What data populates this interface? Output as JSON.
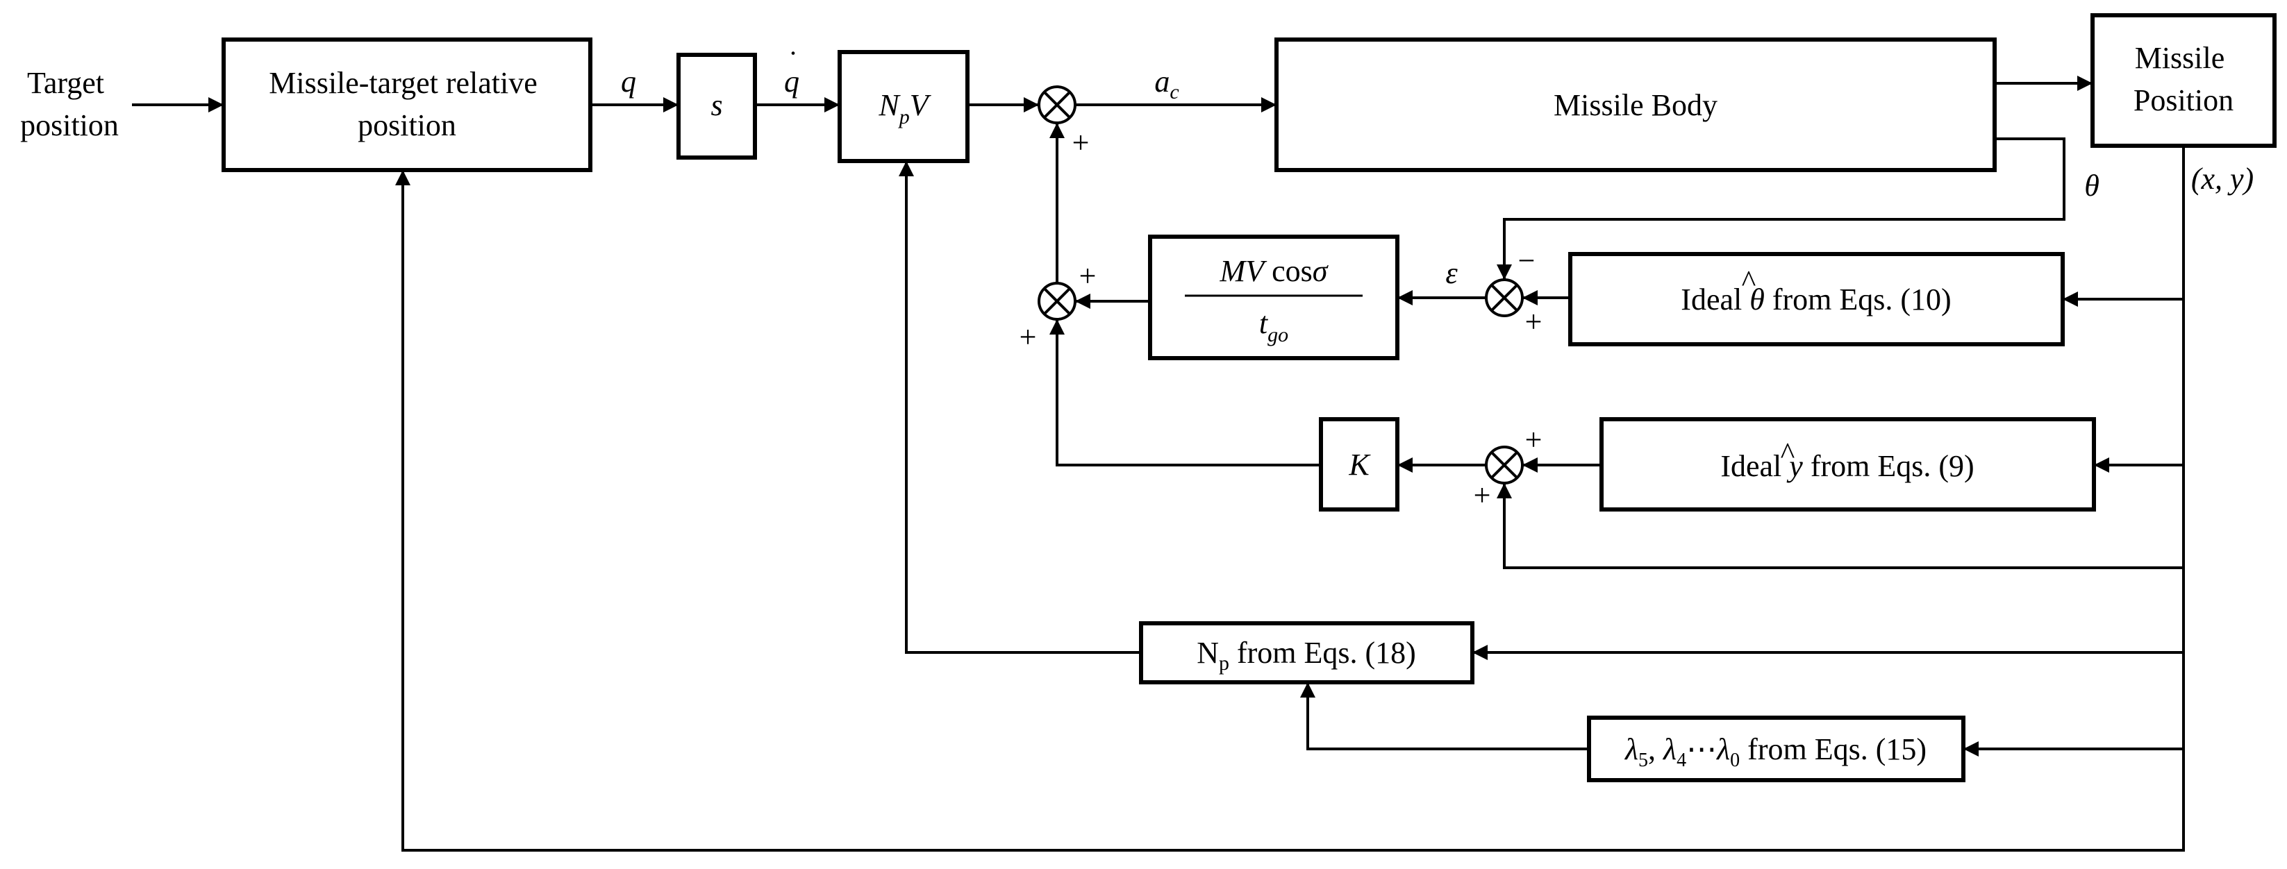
{
  "blocks": {
    "target_position": [
      "Target",
      "position"
    ],
    "relative_position": [
      "Missile-target relative",
      "position"
    ],
    "differentiator": "s",
    "nav_gain": {
      "main": "N",
      "sub": "p",
      "tail": "V"
    },
    "missile_body": "Missile Body",
    "missile_position": [
      "Missile",
      "Position"
    ],
    "angle_gain": {
      "num_a": "MV",
      "num_b": "cos",
      "num_c": "σ",
      "den": "t",
      "den_sub": "go"
    },
    "ideal_theta": {
      "prefix": "Ideal ",
      "symbol": "θ",
      "hat": "^",
      "suffix": " from Eqs. (10)"
    },
    "ideal_y": {
      "prefix": "Ideal ",
      "symbol": "y",
      "hat": "^",
      "suffix": " from Eqs. (9)"
    },
    "gain_k": "K",
    "np_block": {
      "main": "N",
      "sub": "p",
      "suffix": " from Eqs. (18)"
    },
    "lambda_block": {
      "l1": "λ",
      "s1": "5",
      "sep1": ", ",
      "l2": "λ",
      "s2": "4",
      "dots": "⋯",
      "l3": "λ",
      "s3": "0",
      "suffix": " from Eqs. (15)"
    }
  },
  "signals": {
    "q": "q",
    "q_dot": "q",
    "q_dot_mark": "˙",
    "a_c": {
      "main": "a",
      "sub": "c"
    },
    "theta": "θ",
    "epsilon": "ε",
    "xy": "(x, y)"
  },
  "signs": {
    "sum1_bottom": "+",
    "sum2_top": "+",
    "sum2_left": "+",
    "sum3_top": "−",
    "sum3_bottom": "+",
    "sum4_top": "+",
    "sum4_bottom": "+"
  }
}
